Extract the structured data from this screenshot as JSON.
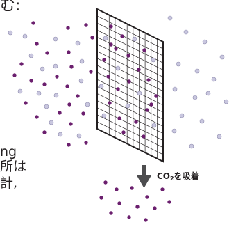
{
  "text_fragments": {
    "top_left": "む:",
    "mid_left_1": "ng",
    "mid_left_2": "所は",
    "mid_left_3": "計,"
  },
  "arrow_label": {
    "prefix": "CO",
    "subscript": "2",
    "suffix": "を吸着"
  },
  "colors": {
    "molecule_purple": "#6b1f6e",
    "molecule_light": "#c9c7df",
    "grid_line": "#231f20",
    "arrow": "#4d4d4f"
  }
}
